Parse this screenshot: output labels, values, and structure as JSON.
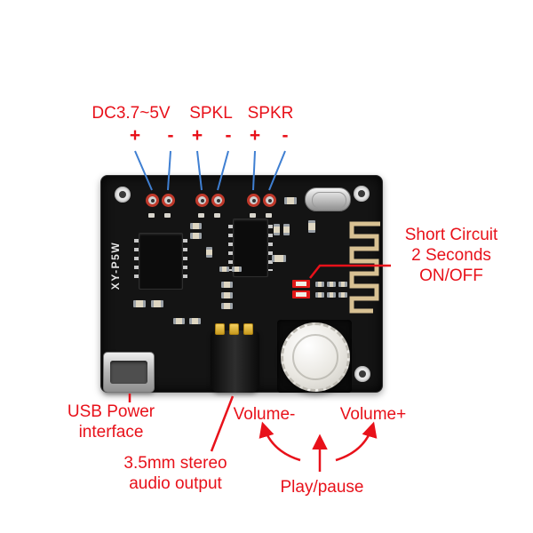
{
  "colors": {
    "annotation": "#e8111a",
    "wire": "#3f7fd2",
    "antenna": "#d8c193",
    "board": "#141414"
  },
  "top_labels": {
    "dc": {
      "label": "DC3.7~5V",
      "plus": "+",
      "minus": "-"
    },
    "spkl": {
      "label": "SPKL",
      "plus": "+",
      "minus": "-"
    },
    "spkr": {
      "label": "SPKR",
      "plus": "+",
      "minus": "-"
    }
  },
  "callouts": {
    "short_circuit": "Short Circuit\n2 Seconds\nON/OFF",
    "usb_power": "USB Power\ninterface",
    "audio_output": "3.5mm stereo\naudio output"
  },
  "controls": {
    "volume_minus": "Volume-",
    "volume_plus": "Volume+",
    "play_pause": "Play/pause"
  },
  "board": {
    "silkscreen": "XY-P5W"
  }
}
